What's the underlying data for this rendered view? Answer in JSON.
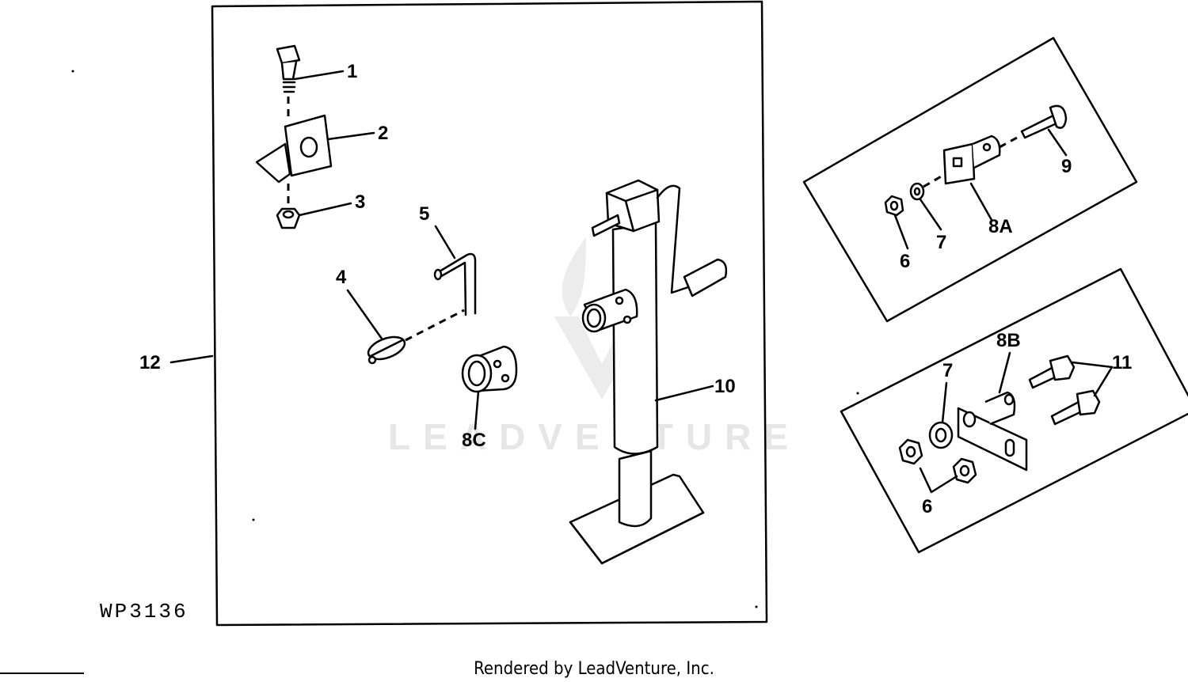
{
  "callouts": {
    "c1": "1",
    "c2": "2",
    "c3": "3",
    "c4": "4",
    "c5": "5",
    "c6a": "6",
    "c6b": "6",
    "c7a": "7",
    "c7b": "7",
    "c8a": "8A",
    "c8b": "8B",
    "c8c": "8C",
    "c9": "9",
    "c10": "10",
    "c11": "11",
    "c12": "12"
  },
  "drawing_code": "WP3136",
  "watermark": "LEADVENTURE",
  "footer": "Rendered by LeadVenture, Inc."
}
